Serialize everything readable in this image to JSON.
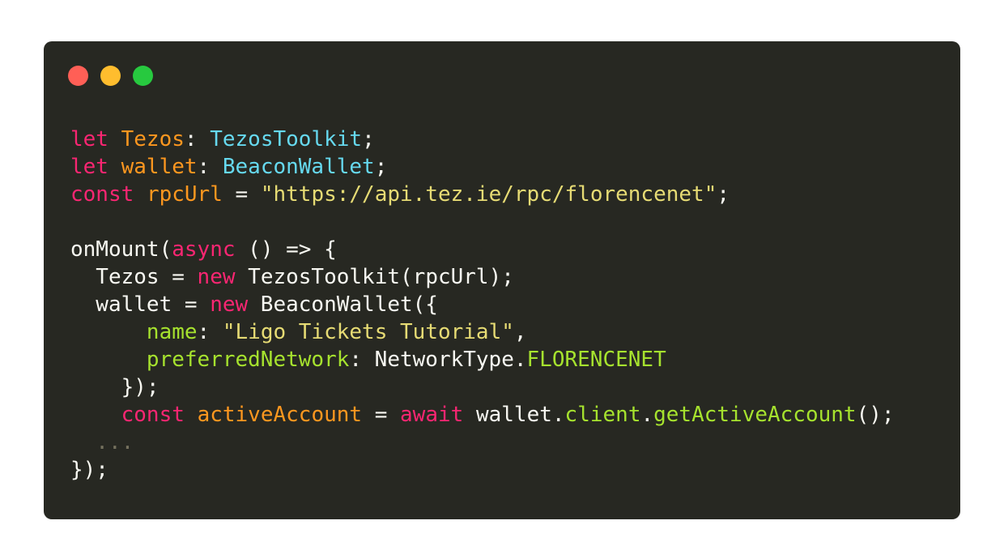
{
  "window": {
    "background": "#272822",
    "controls": [
      {
        "name": "close-button",
        "color": "#ff5f56"
      },
      {
        "name": "minimize-button",
        "color": "#ffbd2e"
      },
      {
        "name": "maximize-button",
        "color": "#27c93f"
      }
    ]
  },
  "colors": {
    "plain": "#f8f8f2",
    "keyword": "#f92672",
    "variable": "#fd971f",
    "type": "#66d9ef",
    "string": "#e6db74",
    "property": "#a6e22e",
    "comment": "#75715e"
  },
  "code_lines": [
    [
      {
        "t": "let",
        "c": "keyword"
      },
      {
        "t": " ",
        "c": "plain"
      },
      {
        "t": "Tezos",
        "c": "variable"
      },
      {
        "t": ": ",
        "c": "plain"
      },
      {
        "t": "TezosToolkit",
        "c": "type"
      },
      {
        "t": ";",
        "c": "plain"
      }
    ],
    [
      {
        "t": "let",
        "c": "keyword"
      },
      {
        "t": " ",
        "c": "plain"
      },
      {
        "t": "wallet",
        "c": "variable"
      },
      {
        "t": ": ",
        "c": "plain"
      },
      {
        "t": "BeaconWallet",
        "c": "type"
      },
      {
        "t": ";",
        "c": "plain"
      }
    ],
    [
      {
        "t": "const",
        "c": "keyword"
      },
      {
        "t": " ",
        "c": "plain"
      },
      {
        "t": "rpcUrl",
        "c": "variable"
      },
      {
        "t": " = ",
        "c": "plain"
      },
      {
        "t": "\"https://api.tez.ie/rpc/florencenet\"",
        "c": "string"
      },
      {
        "t": ";",
        "c": "plain"
      }
    ],
    [],
    [
      {
        "t": "onMount(",
        "c": "plain"
      },
      {
        "t": "async",
        "c": "keyword"
      },
      {
        "t": " () => {",
        "c": "plain"
      }
    ],
    [
      {
        "t": "  Tezos = ",
        "c": "plain"
      },
      {
        "t": "new",
        "c": "keyword"
      },
      {
        "t": " TezosToolkit(rpcUrl);",
        "c": "plain"
      }
    ],
    [
      {
        "t": "  wallet = ",
        "c": "plain"
      },
      {
        "t": "new",
        "c": "keyword"
      },
      {
        "t": " BeaconWallet({",
        "c": "plain"
      }
    ],
    [
      {
        "t": "      ",
        "c": "plain"
      },
      {
        "t": "name",
        "c": "property"
      },
      {
        "t": ": ",
        "c": "plain"
      },
      {
        "t": "\"Ligo Tickets Tutorial\"",
        "c": "string"
      },
      {
        "t": ",",
        "c": "plain"
      }
    ],
    [
      {
        "t": "      ",
        "c": "plain"
      },
      {
        "t": "preferredNetwork",
        "c": "property"
      },
      {
        "t": ": NetworkType.",
        "c": "plain"
      },
      {
        "t": "FLORENCENET",
        "c": "property"
      }
    ],
    [
      {
        "t": "    });",
        "c": "plain"
      }
    ],
    [
      {
        "t": "    ",
        "c": "plain"
      },
      {
        "t": "const",
        "c": "keyword"
      },
      {
        "t": " ",
        "c": "plain"
      },
      {
        "t": "activeAccount",
        "c": "variable"
      },
      {
        "t": " = ",
        "c": "plain"
      },
      {
        "t": "await",
        "c": "keyword"
      },
      {
        "t": " wallet.",
        "c": "plain"
      },
      {
        "t": "client",
        "c": "property"
      },
      {
        "t": ".",
        "c": "plain"
      },
      {
        "t": "getActiveAccount",
        "c": "property"
      },
      {
        "t": "();",
        "c": "plain"
      }
    ],
    [
      {
        "t": "  ...",
        "c": "comment"
      }
    ],
    [
      {
        "t": "});",
        "c": "plain"
      }
    ]
  ]
}
